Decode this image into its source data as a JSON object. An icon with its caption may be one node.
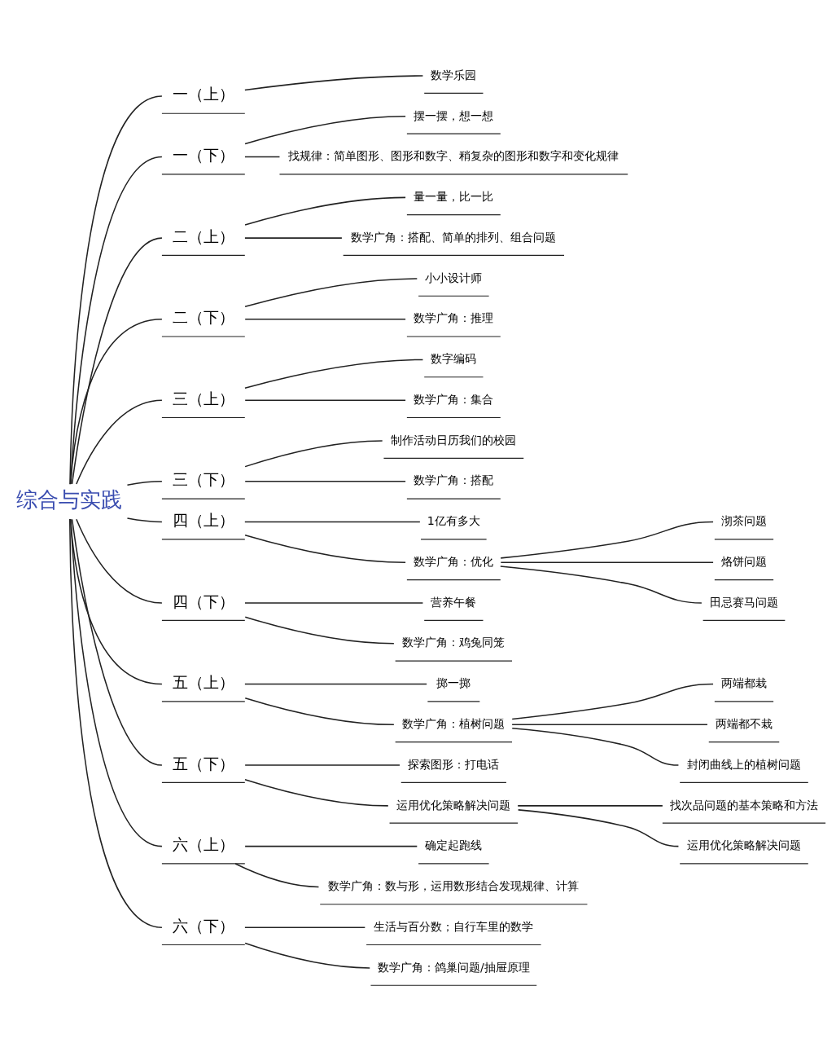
{
  "diagram": {
    "nodes": [
      {
        "text": [
          "综合与实践"
        ]
      },
      {
        "text": [
          "一（上）"
        ]
      },
      {
        "text": [
          "数学乐园"
        ]
      },
      {
        "text": [
          "一（下）"
        ]
      },
      {
        "text": [
          "摆一摆，想一想"
        ]
      },
      {
        "text": [
          "找规律：简单图形、图形和数字、稍复杂的图形和数字和变化规律"
        ]
      },
      {
        "text": [
          "二（上）"
        ]
      },
      {
        "text": [
          "量一量，比一比"
        ]
      },
      {
        "text": [
          "数学广角：搭配、简单的排列、组合问题"
        ]
      },
      {
        "text": [
          "二（下）"
        ]
      },
      {
        "text": [
          "小小设计师"
        ]
      },
      {
        "text": [
          "数学广角：推理"
        ]
      },
      {
        "text": [
          "三（上）"
        ]
      },
      {
        "text": [
          "数字编码"
        ]
      },
      {
        "text": [
          "数学广角：集合"
        ]
      },
      {
        "text": [
          "三（下）"
        ]
      },
      {
        "text": [
          "制作活动日历我们的校园"
        ]
      },
      {
        "text": [
          "数学广角：搭配"
        ]
      },
      {
        "text": [
          "四（上）"
        ]
      },
      {
        "text": [
          "1亿有多大"
        ]
      },
      {
        "text": [
          "数学广角：优化"
        ]
      },
      {
        "text": [
          "沏茶问题"
        ]
      },
      {
        "text": [
          "烙饼问题"
        ]
      },
      {
        "text": [
          "田忌赛马问题"
        ]
      },
      {
        "text": [
          "四（下）"
        ]
      },
      {
        "text": [
          "营养午餐"
        ]
      },
      {
        "text": [
          "数学广角：鸡兔同笼"
        ]
      },
      {
        "text": [
          "五（上）"
        ]
      },
      {
        "text": [
          "掷一掷"
        ]
      },
      {
        "text": [
          "数学广角：植树问题"
        ]
      },
      {
        "text": [
          "两端都栽"
        ]
      },
      {
        "text": [
          "两端都不栽"
        ]
      },
      {
        "text": [
          "封闭曲线上的植树问题"
        ]
      },
      {
        "text": [
          "五（下）"
        ]
      },
      {
        "text": [
          "探索图形：打电话"
        ]
      },
      {
        "text": [
          "运用优化策略解决问题"
        ]
      },
      {
        "text": [
          "找次品问题的基本策略和方法"
        ]
      },
      {
        "text": [
          "运用优化策略解决问题"
        ]
      },
      {
        "text": [
          "六（上）"
        ]
      },
      {
        "text": [
          "确定起跑线"
        ]
      },
      {
        "text": [
          "数学广角：数与形，运用数形结合发现规律、计算"
        ]
      },
      {
        "text": [
          "六（下）"
        ]
      },
      {
        "text": [
          "生活与百分数；自行车里的数学"
        ]
      },
      {
        "text": [
          "数学广角：鸽巢问题/抽屉原理"
        ]
      }
    ],
    "edges": [
      {
        "from": 0,
        "to": 1,
        "arrow": "none"
      },
      {
        "from": 1,
        "to": 2,
        "arrow": "none"
      },
      {
        "from": 0,
        "to": 3,
        "arrow": "none"
      },
      {
        "from": 3,
        "to": 4,
        "arrow": "none"
      },
      {
        "from": 3,
        "to": 5,
        "arrow": "none"
      },
      {
        "from": 0,
        "to": 6,
        "arrow": "none"
      },
      {
        "from": 6,
        "to": 7,
        "arrow": "none"
      },
      {
        "from": 6,
        "to": 8,
        "arrow": "none"
      },
      {
        "from": 0,
        "to": 9,
        "arrow": "none"
      },
      {
        "from": 9,
        "to": 10,
        "arrow": "none"
      },
      {
        "from": 9,
        "to": 11,
        "arrow": "none"
      },
      {
        "from": 0,
        "to": 12,
        "arrow": "none"
      },
      {
        "from": 12,
        "to": 13,
        "arrow": "none"
      },
      {
        "from": 12,
        "to": 14,
        "arrow": "none"
      },
      {
        "from": 0,
        "to": 15,
        "arrow": "none"
      },
      {
        "from": 15,
        "to": 16,
        "arrow": "none"
      },
      {
        "from": 15,
        "to": 17,
        "arrow": "none"
      },
      {
        "from": 0,
        "to": 18,
        "arrow": "none"
      },
      {
        "from": 18,
        "to": 19,
        "arrow": "none"
      },
      {
        "from": 18,
        "to": 20,
        "arrow": "none"
      },
      {
        "from": 20,
        "to": 21,
        "arrow": "none"
      },
      {
        "from": 20,
        "to": 22,
        "arrow": "none"
      },
      {
        "from": 20,
        "to": 23,
        "arrow": "none"
      },
      {
        "from": 0,
        "to": 24,
        "arrow": "none"
      },
      {
        "from": 24,
        "to": 25,
        "arrow": "none"
      },
      {
        "from": 24,
        "to": 26,
        "arrow": "none"
      },
      {
        "from": 0,
        "to": 27,
        "arrow": "none"
      },
      {
        "from": 27,
        "to": 28,
        "arrow": "none"
      },
      {
        "from": 27,
        "to": 29,
        "arrow": "none"
      },
      {
        "from": 29,
        "to": 30,
        "arrow": "none"
      },
      {
        "from": 29,
        "to": 31,
        "arrow": "none"
      },
      {
        "from": 29,
        "to": 32,
        "arrow": "none"
      },
      {
        "from": 0,
        "to": 33,
        "arrow": "none"
      },
      {
        "from": 33,
        "to": 34,
        "arrow": "none"
      },
      {
        "from": 33,
        "to": 35,
        "arrow": "none"
      },
      {
        "from": 35,
        "to": 36,
        "arrow": "none"
      },
      {
        "from": 35,
        "to": 37,
        "arrow": "none"
      },
      {
        "from": 0,
        "to": 38,
        "arrow": "none"
      },
      {
        "from": 38,
        "to": 39,
        "arrow": "none"
      },
      {
        "from": 38,
        "to": 40,
        "arrow": "none"
      },
      {
        "from": 0,
        "to": 41,
        "arrow": "none"
      },
      {
        "from": 41,
        "to": 42,
        "arrow": "none"
      },
      {
        "from": 41,
        "to": 43,
        "arrow": "none"
      }
    ]
  }
}
